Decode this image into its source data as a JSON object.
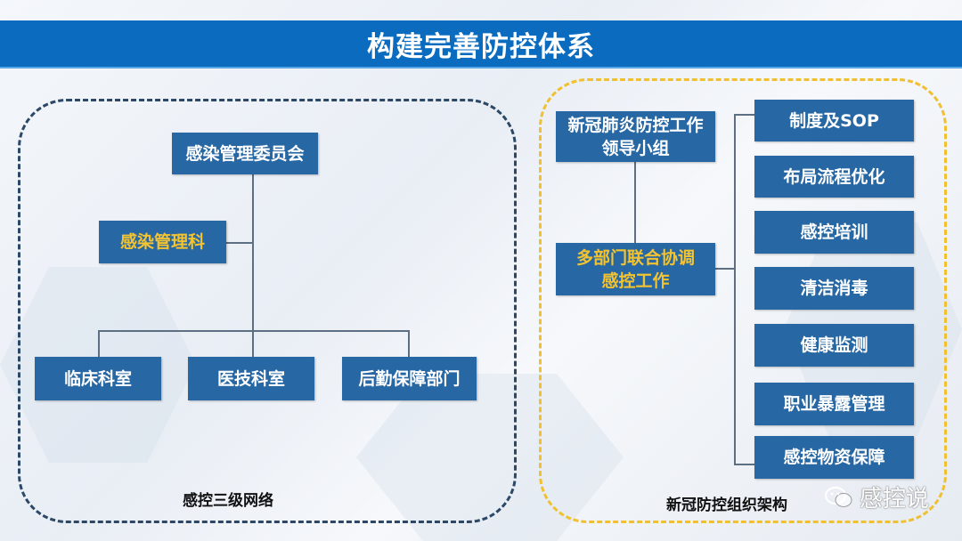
{
  "title": "构建完善防控体系",
  "left_panel": {
    "caption": "感控三级网络",
    "top": "感染管理委员会",
    "side": "感染管理科",
    "bottom": [
      "临床科室",
      "医技科室",
      "后勤保障部门"
    ]
  },
  "right_panel": {
    "caption": "新冠防控组织架构",
    "leader": "新冠肺炎防控工作领导小组",
    "coordination": "多部门联合协调感控工作",
    "tasks": [
      "制度及SOP",
      "布局流程优化",
      "感控培训",
      "清洁消毒",
      "健康监测",
      "职业暴露管理",
      "感控物资保障"
    ]
  },
  "watermark": "感控说",
  "colors": {
    "title_bar": "#0b6cbf",
    "box": "#2767a3",
    "highlight_text": "#f4c430",
    "left_frame": "#2c4866",
    "right_frame": "#f0c030"
  }
}
